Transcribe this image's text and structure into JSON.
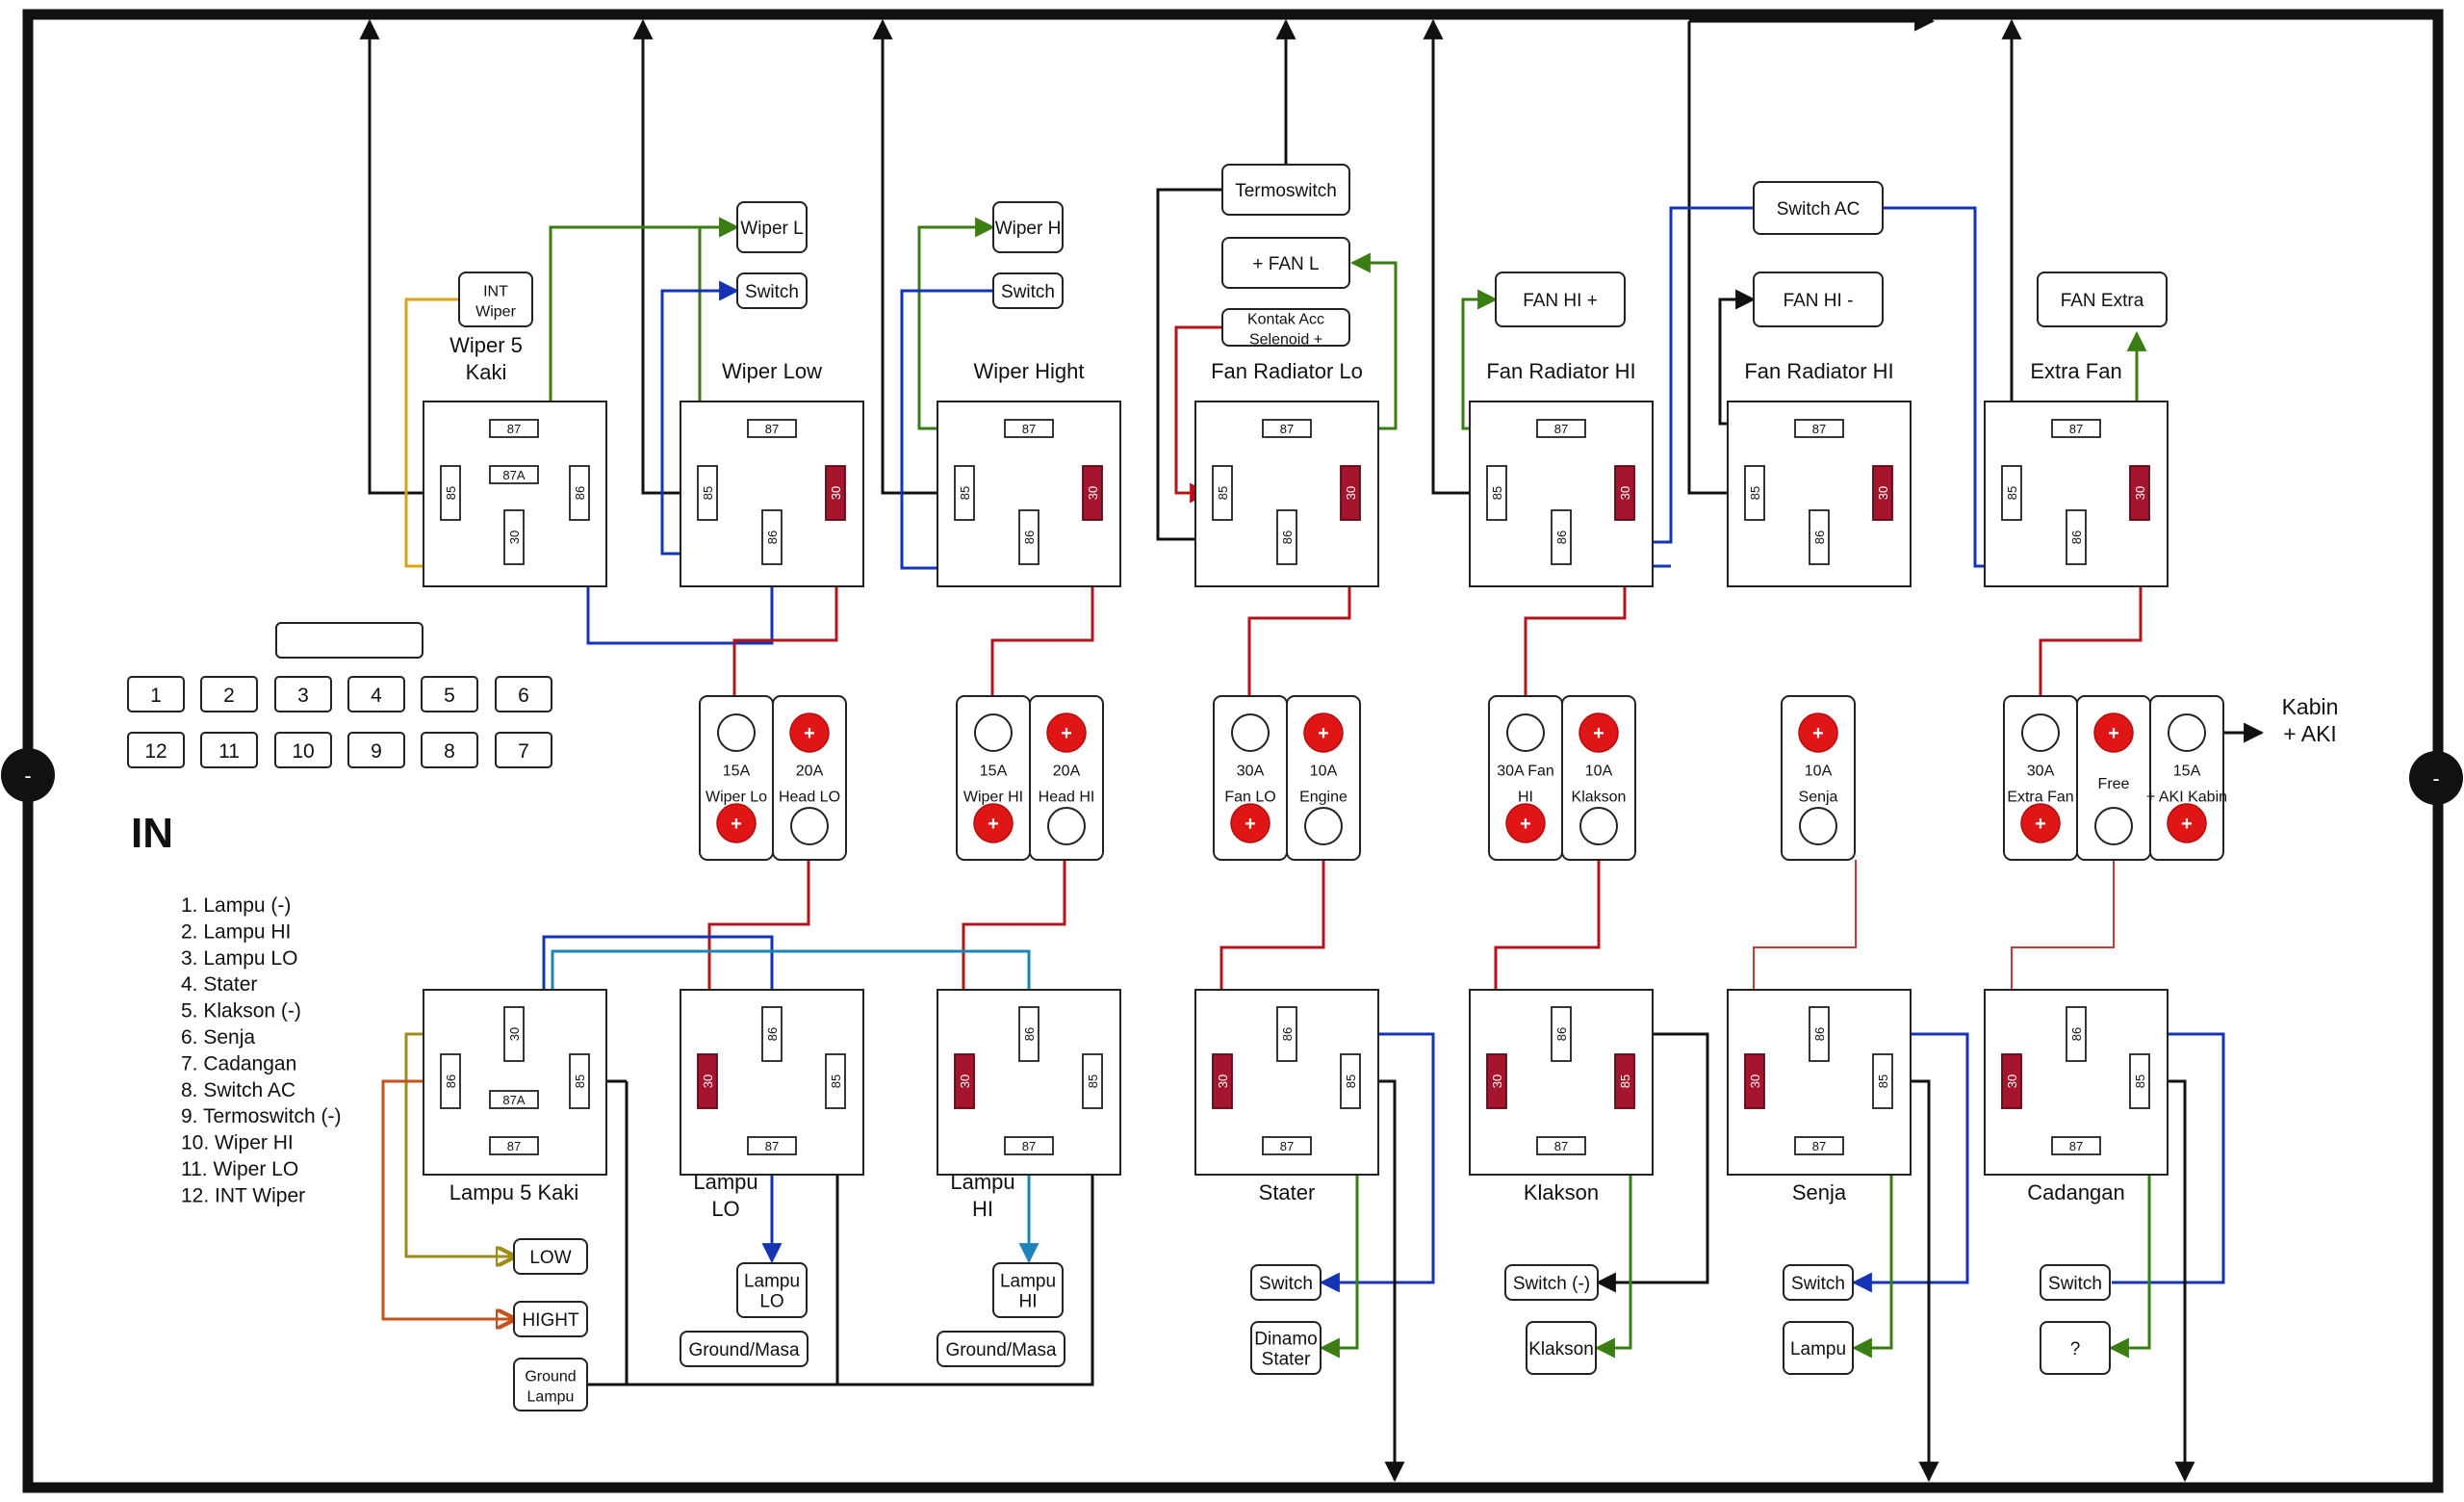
{
  "colors": {
    "black": "#111111",
    "green": "#3a7d12",
    "blue": "#1533b5",
    "red": "#b3141b",
    "gold": "#d9a21b",
    "orange": "#c7511c",
    "teal": "#1e83b8",
    "pin_red": "#a5162e",
    "fuse_plus": "#e01515"
  },
  "terminals": {
    "left": "-",
    "right": "-"
  },
  "in_panel": {
    "title": "IN",
    "numbers_top": [
      "1",
      "2",
      "3",
      "4",
      "5",
      "6"
    ],
    "numbers_bottom": [
      "12",
      "11",
      "10",
      "9",
      "8",
      "7"
    ],
    "legend": [
      "1. Lampu (-)",
      "2. Lampu HI",
      "3. Lampu LO",
      "4. Stater",
      "5. Klakson (-)",
      "6. Senja",
      "7. Cadangan",
      "8. Switch AC",
      "9. Termoswitch (-)",
      "10. Wiper HI",
      "11. Wiper LO",
      "12. INT Wiper"
    ]
  },
  "relays_top": [
    {
      "title": "Wiper 5\nKaki",
      "pins": [
        "87",
        "87A",
        "85",
        "86",
        "30"
      ]
    },
    {
      "title": "Wiper  Low",
      "pins": [
        "87",
        "85",
        "86",
        "30"
      ]
    },
    {
      "title": "Wiper Hight",
      "pins": [
        "87",
        "85",
        "86",
        "30"
      ]
    },
    {
      "title": "Fan Radiator Lo",
      "pins": [
        "87",
        "85",
        "86",
        "30"
      ]
    },
    {
      "title": "Fan Radiator HI",
      "pins": [
        "87",
        "85",
        "86",
        "30"
      ]
    },
    {
      "title": "Fan Radiator HI",
      "pins": [
        "87",
        "85",
        "86",
        "30"
      ]
    },
    {
      "title": "Extra Fan",
      "pins": [
        "87",
        "85",
        "86",
        "30"
      ]
    }
  ],
  "relays_bottom": [
    {
      "title": "Lampu 5 Kaki",
      "pins": [
        "30",
        "86",
        "87A",
        "87",
        "85"
      ]
    },
    {
      "title": "Lampu\nLO",
      "pins": [
        "86",
        "30",
        "85",
        "87"
      ]
    },
    {
      "title": "Lampu\nHI",
      "pins": [
        "86",
        "30",
        "85",
        "87"
      ]
    },
    {
      "title": "Stater",
      "pins": [
        "86",
        "30",
        "85",
        "87"
      ]
    },
    {
      "title": "Klakson",
      "pins": [
        "86",
        "30",
        "85",
        "87"
      ]
    },
    {
      "title": "Senja",
      "pins": [
        "86",
        "30",
        "85",
        "87"
      ]
    },
    {
      "title": "Cadangan",
      "pins": [
        "86",
        "30",
        "85",
        "87"
      ]
    }
  ],
  "labels_top": {
    "int_wiper": "INT\nWiper",
    "wiper_l": "Wiper L",
    "switch_lo": "Switch",
    "wiper_h": "Wiper H",
    "switch_hi": "Switch",
    "termoswitch": "Termoswitch",
    "fan_l": "+ FAN L",
    "kontak": "Kontak Acc\nSelenoid +",
    "fan_hi_plus": "FAN HI +",
    "switch_ac": "Switch AC",
    "fan_hi_minus": "FAN HI -",
    "fan_extra": "FAN Extra"
  },
  "labels_bottom": {
    "low": "LOW",
    "hight": "HIGHT",
    "ground_lampu": "Ground\nLampu",
    "lampu_lo": "Lampu\nLO",
    "ground_lo": "Ground/Masa",
    "lampu_hi": "Lampu\nHI",
    "ground_hi": "Ground/Masa",
    "switch_stater": "Switch",
    "dinamo": "Dinamo\nStater",
    "switch_klakson": "Switch (-)",
    "klakson": "Klakson",
    "switch_senja": "Switch",
    "lampu_senja": "Lampu",
    "switch_cadangan": "Switch",
    "unknown": "?"
  },
  "fuses": [
    {
      "top": "15A\nWiper Lo",
      "bottom": "20A\nHead LO"
    },
    {
      "top": "15A\nWiper HI",
      "bottom": "20A\nHead HI"
    },
    {
      "top": "30A\nFan LO",
      "bottom": "10A\nEngine"
    },
    {
      "top": "30A Fan\nHI",
      "bottom": "10A\nKlakson"
    },
    {
      "single": "10A\nSenja"
    },
    {
      "a": "30A\nExtra Fan",
      "b": "Free",
      "c": "15A\n+ AKI Kabin"
    }
  ],
  "plus_sign": "+",
  "kabin": "Kabin\n+ AKI"
}
